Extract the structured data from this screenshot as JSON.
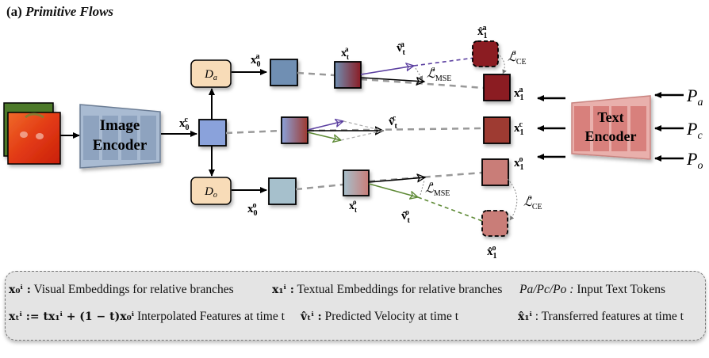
{
  "figure": {
    "panel_label": "(a)",
    "panel_title": "Primitive Flows"
  },
  "encoders": {
    "image": {
      "line1": "Image",
      "line2": "Encoder"
    },
    "text": {
      "line1": "Text",
      "line2": "Encoder"
    }
  },
  "decomposers": {
    "attribute": "D",
    "attribute_sub": "a",
    "object": "D",
    "object_sub": "o"
  },
  "inputs": {
    "image_icon": "apple-photo",
    "prompts": [
      {
        "base": "P",
        "sub": "a"
      },
      {
        "base": "P",
        "sub": "c"
      },
      {
        "base": "P",
        "sub": "o"
      }
    ]
  },
  "labels": {
    "x0c": {
      "base": "x",
      "sub": "0",
      "sup": "c"
    },
    "x0a": {
      "base": "x",
      "sub": "0",
      "sup": "a"
    },
    "x0o": {
      "base": "x",
      "sub": "0",
      "sup": "o"
    },
    "xta": {
      "base": "x",
      "sub": "t",
      "sup": "a"
    },
    "xto": {
      "base": "x",
      "sub": "t",
      "sup": "o"
    },
    "vta": {
      "base": "v̂",
      "sub": "t",
      "sup": "a"
    },
    "vtc": {
      "base": "v̂",
      "sub": "t",
      "sup": "c"
    },
    "vto": {
      "base": "v̂",
      "sub": "t",
      "sup": "o"
    },
    "x1a": {
      "base": "x",
      "sub": "1",
      "sup": "a"
    },
    "x1c": {
      "base": "x",
      "sub": "1",
      "sup": "c"
    },
    "x1o": {
      "base": "x",
      "sub": "1",
      "sup": "o"
    },
    "x1hat_a": {
      "base": "x̂",
      "sub": "1",
      "sup": "a"
    },
    "x1hat_o": {
      "base": "x̂",
      "sub": "1",
      "sup": "o"
    },
    "lmse_a": {
      "base": "ℒ",
      "sub": "MSE",
      "sup": "a"
    },
    "lmse_o": {
      "base": "ℒ",
      "sub": "MSE",
      "sup": "o"
    },
    "lce_a": {
      "base": "ℒ",
      "sub": "CE",
      "sup": "a"
    },
    "lce_o": {
      "base": "ℒ",
      "sub": "CE",
      "sup": "o"
    }
  },
  "colors": {
    "decomposer_fill": "#f8dcb8",
    "x0c_fill": "#8aa2db",
    "x0a_fill": "#6f8fb3",
    "x0o_fill": "#a6c0cc",
    "attr_target": "#8b1c24",
    "comp_target": "#9e3a30",
    "obj_target": "#c97d78",
    "velocity_attr": "#5b3fa0",
    "velocity_obj": "#5e8a36",
    "image_encoder": "#8ea3bf",
    "text_encoder": "#d8807c"
  },
  "legend": {
    "items": [
      {
        "symbol": "x₀ⁱ :",
        "text": "Visual Embeddings for relative branches"
      },
      {
        "symbol": "x₁ⁱ :",
        "text": "Textual Embeddings for relative branches"
      },
      {
        "symbol": "Pa/Pc/Po :",
        "text": "Input Text Tokens"
      },
      {
        "symbol": "xₜⁱ := tx₁ⁱ + (1 − t)x₀ⁱ",
        "text": "Interpolated Features at time t"
      },
      {
        "symbol": "v̂ₜⁱ :",
        "text": "Predicted Velocity at time t"
      },
      {
        "symbol": "x̂₁ⁱ",
        "text": ": Transferred features at time t"
      }
    ]
  }
}
